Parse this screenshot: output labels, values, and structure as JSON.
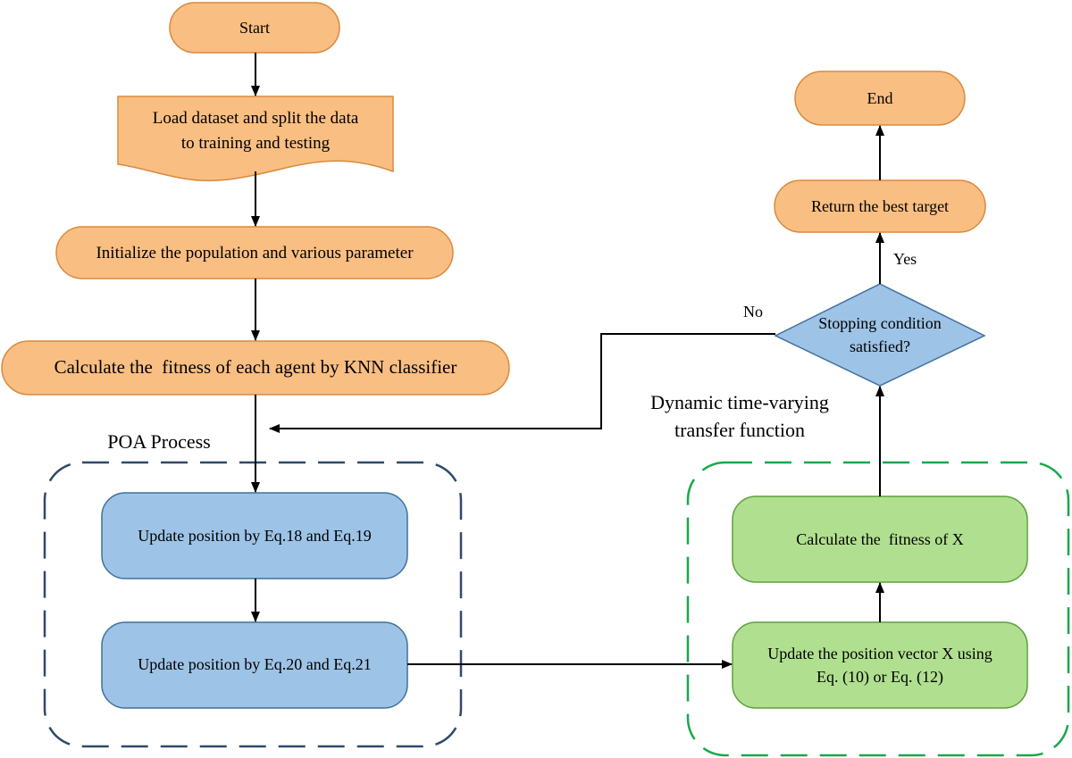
{
  "colors": {
    "orange_fill": "#F9BE82",
    "orange_stroke": "#D98A3F",
    "blue_fill": "#9DC3E6",
    "blue_stroke": "#41719C",
    "green_fill": "#B0E08F",
    "green_stroke": "#5E9F3E",
    "poa_dash": "#2E4A6B",
    "poa_title": "#4A90D9",
    "dtv_dash": "#19A84A",
    "dtv_title": "#1FC04B",
    "arrow": "#000000"
  },
  "nodes": {
    "start": "Start",
    "load": [
      "Load dataset and split the data",
      "to training and testing"
    ],
    "init": "Initialize the population and various parameter",
    "fitness_knn": "Calculate the  fitness of each agent by KNN classifier",
    "update_18_19": "Update position by Eq.18 and Eq.19",
    "update_20_21": "Update position by Eq.20 and Eq.21",
    "update_vector": [
      "Update the position vector X using",
      "Eq. (10) or Eq. (12)"
    ],
    "fitness_x": "Calculate the  fitness of X",
    "stopping": [
      "Stopping condition",
      "satisfied?"
    ],
    "return_best": "Return the best target",
    "end": "End"
  },
  "groups": {
    "poa": "POA Process",
    "dtv": [
      "Dynamic time-varying",
      "transfer function"
    ]
  },
  "edges": {
    "yes": "Yes",
    "no": "No"
  }
}
